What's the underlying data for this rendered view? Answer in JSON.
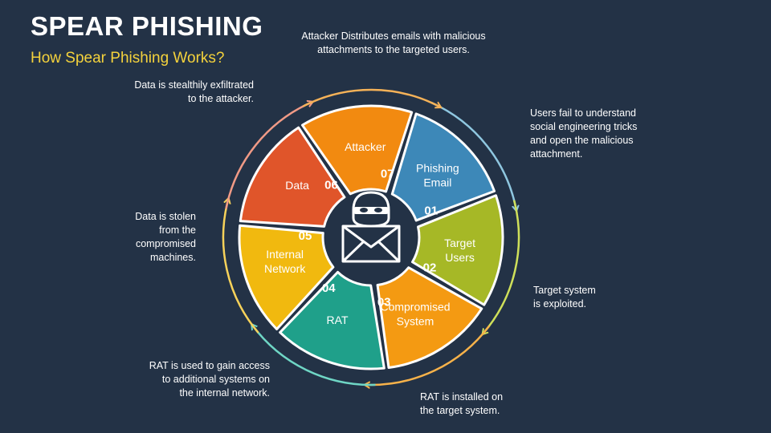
{
  "title": "SPEAR PHISHING",
  "subtitle": "How Spear Phishing Works?",
  "colors": {
    "background": "#233246",
    "subtitle": "#f4d23c"
  },
  "center_icon": "hacker-envelope-icon",
  "steps": [
    {
      "num": "01",
      "label1": "Phishing",
      "label2": "Email",
      "color": "#3d88b8",
      "arrow": "#8fc7e0",
      "desc": [
        "Users fail to understand",
        "social engineering tricks",
        "and open the malicious",
        "attachment."
      ]
    },
    {
      "num": "02",
      "label1": "Target",
      "label2": "Users",
      "color": "#a6b826",
      "arrow": "#cfe05a",
      "desc": [
        "Target system",
        "is exploited."
      ]
    },
    {
      "num": "03",
      "label1": "Compromised",
      "label2": "System",
      "color": "#f49a12",
      "arrow": "#f7b24a",
      "desc": [
        "RAT is installed on",
        "the target system."
      ]
    },
    {
      "num": "04",
      "label1": "RAT",
      "label2": "",
      "color": "#1fa08a",
      "arrow": "#6fd6c5",
      "desc": [
        "RAT is used to gain access",
        "to additional systems on",
        "the internal network."
      ]
    },
    {
      "num": "05",
      "label1": "Internal",
      "label2": "Network",
      "color": "#f1b90f",
      "arrow": "#f7d25a",
      "desc": [
        "Data is stolen",
        "from the",
        "compromised",
        "machines."
      ]
    },
    {
      "num": "06",
      "label1": "Data",
      "label2": "",
      "color": "#e0552a",
      "arrow": "#f09a86",
      "desc": [
        "Data is stealthily exfiltrated",
        "to the attacker."
      ]
    },
    {
      "num": "07",
      "label1": "Attacker",
      "label2": "",
      "color": "#f28a10",
      "arrow": "#f5b258",
      "desc": [
        "Attacker Distributes emails with malicious",
        "attachments to the targeted users."
      ]
    }
  ]
}
